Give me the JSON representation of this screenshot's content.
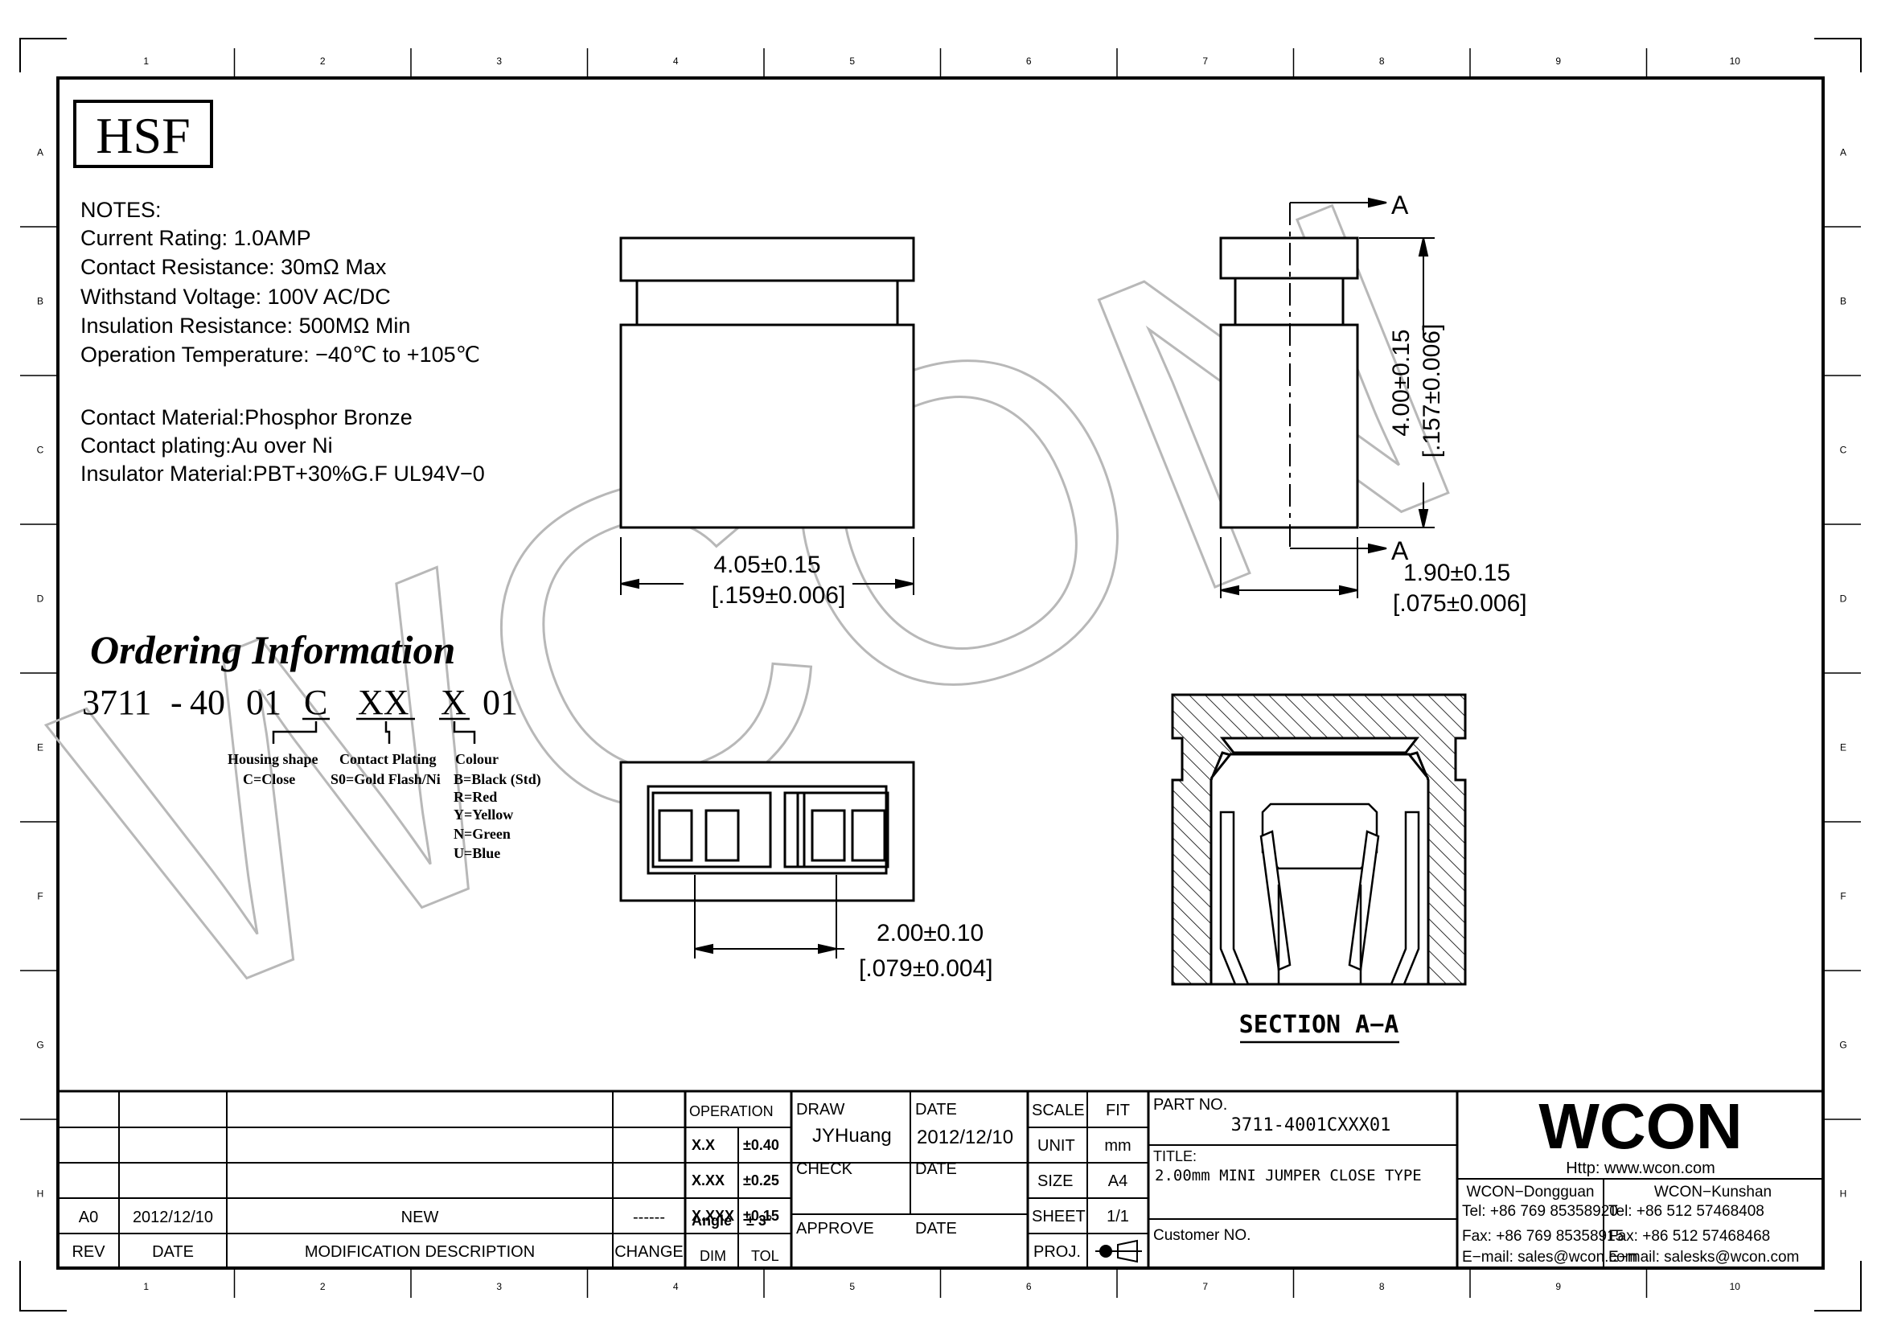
{
  "border": {
    "columns": [
      "1",
      "2",
      "3",
      "4",
      "5",
      "6",
      "7",
      "8",
      "9",
      "10"
    ],
    "rows": [
      "A",
      "B",
      "C",
      "D",
      "E",
      "F",
      "G",
      "H"
    ]
  },
  "logo_text": "HSF",
  "notes": [
    "NOTES:",
    "Current  Rating:  1.0AMP",
    "Contact  Resistance:  30mΩ  Max",
    "Withstand  Voltage:  100V  AC/DC",
    "Insulation  Resistance:  500MΩ  Min",
    "Operation  Temperature:  −40℃  to  +105℃",
    "",
    "Contact  Material:Phosphor  Bronze",
    "Contact  plating:Au  over  Ni",
    "Insulator  Material:PBT+30%G.F  UL94V−0"
  ],
  "ordering": {
    "title": "Ordering Information",
    "code": [
      "3711",
      "-",
      "40",
      "01",
      "C",
      "XX",
      "X",
      "01"
    ],
    "housing": [
      "Housing shape",
      "C=Close"
    ],
    "plating": [
      "Contact Plating",
      "S0=Gold Flash/Ni"
    ],
    "colour": [
      "Colour",
      "B=Black (Std)",
      "R=Red",
      "Y=Yellow",
      "N=Green",
      "U=Blue"
    ]
  },
  "dims": {
    "width": [
      "4.05±0.15",
      "[.159±0.006]"
    ],
    "height": [
      "4.00±0.15",
      "[.157±0.006]"
    ],
    "depth": [
      "1.90±0.15",
      "[.075±0.006]"
    ],
    "pitch": [
      "2.00±0.10",
      "[.079±0.004]"
    ],
    "section_marker": "A",
    "section_title": "SECTION  A−A"
  },
  "watermark": "WCON",
  "title_block": {
    "rev_header": "REV",
    "date_header": "DATE",
    "mod_header": "MODIFICATION  DESCRIPTION",
    "change_header": "CHANGE",
    "rev": "A0",
    "rev_date": "2012/12/10",
    "rev_desc": "NEW",
    "rev_change": "------",
    "operation": "OPERATION",
    "tol_rows": [
      [
        "X.X",
        "±0.40"
      ],
      [
        "X.XX",
        "±0.25"
      ],
      [
        "X.XXX",
        "±0.15"
      ],
      [
        "Angle",
        "±  3°"
      ]
    ],
    "dim": "DIM",
    "tol": "TOL",
    "draw": "DRAW",
    "drawer": "JYHuang",
    "date_label": "DATE",
    "draw_date": "2012/12/10",
    "check": "CHECK",
    "approve": "APPROVE",
    "scale": "SCALE",
    "scale_val": "FIT",
    "unit": "UNIT",
    "unit_val": "mm",
    "size": "SIZE",
    "size_val": "A4",
    "sheet": "SHEET",
    "sheet_val": "1/1",
    "proj": "PROJ.",
    "part_no_label": "PART  NO.",
    "part_no": "3711-4001CXXX01",
    "title_label": "TITLE:",
    "title": "2.00mm MINI JUMPER CLOSE TYPE",
    "customer": "Customer  NO.",
    "company": "WCON",
    "http": "Http:  www.wcon.com",
    "dg": [
      "WCON−Dongguan",
      "Tel:  +86  769  85358920",
      "Fax:  +86  769  85358915",
      "E−mail:  sales@wcon.com"
    ],
    "ks": [
      "WCON−Kunshan",
      "Tel:  +86  512  57468408",
      "Fax:  +86  512  57468468",
      "E−mail:  salesks@wcon.com"
    ]
  }
}
